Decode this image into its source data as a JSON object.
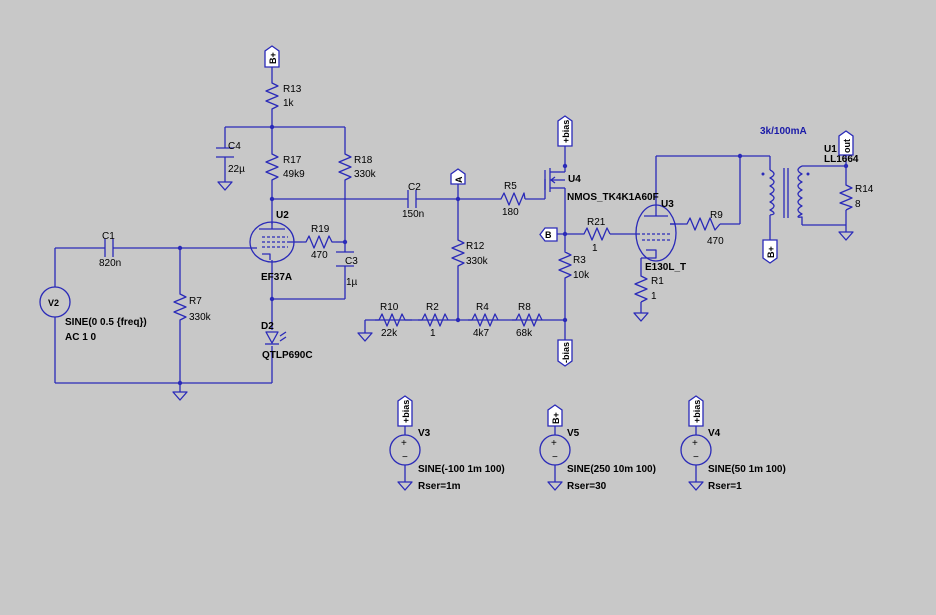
{
  "components": {
    "r13": {
      "ref": "R13",
      "value": "1k"
    },
    "r17": {
      "ref": "R17",
      "value": "49k9"
    },
    "r18": {
      "ref": "R18",
      "value": "330k"
    },
    "r19": {
      "ref": "R19",
      "value": "470"
    },
    "r7": {
      "ref": "R7",
      "value": "330k"
    },
    "r12": {
      "ref": "R12",
      "value": "330k"
    },
    "r5": {
      "ref": "R5",
      "value": "180"
    },
    "r21": {
      "ref": "R21",
      "value": "1"
    },
    "r3": {
      "ref": "R3",
      "value": "10k"
    },
    "r1": {
      "ref": "R1",
      "value": "1"
    },
    "r9": {
      "ref": "R9",
      "value": "470"
    },
    "r14": {
      "ref": "R14",
      "value": "8"
    },
    "r10": {
      "ref": "R10",
      "value": "22k"
    },
    "r2": {
      "ref": "R2",
      "value": "1"
    },
    "r4": {
      "ref": "R4",
      "value": "4k7"
    },
    "r8": {
      "ref": "R8",
      "value": "68k"
    },
    "c4": {
      "ref": "C4",
      "value": "22µ"
    },
    "c1": {
      "ref": "C1",
      "value": "820n"
    },
    "c2": {
      "ref": "C2",
      "value": "150n"
    },
    "c3": {
      "ref": "C3",
      "value": "1µ"
    },
    "u2": {
      "ref": "U2",
      "value": "EF37A"
    },
    "u3": {
      "ref": "U3",
      "value": "E130L_T"
    },
    "u4": {
      "ref": "U4",
      "value": "NMOS_TK4K1A60F"
    },
    "u1": {
      "ref": "U1",
      "value": "LL1664",
      "note": "3k/100mA"
    },
    "d2": {
      "ref": "D2",
      "value": "QTLP690C"
    },
    "v2": {
      "ref": "V2",
      "value": "SINE(0 0.5 {freq})",
      "value2": "AC 1 0"
    },
    "v3": {
      "ref": "V3",
      "value": "SINE(-100 1m 100)",
      "value2": "Rser=1m"
    },
    "v5": {
      "ref": "V5",
      "value": "SINE(250 10m 100)",
      "value2": "Rser=30"
    },
    "v4": {
      "ref": "V4",
      "value": "SINE(50 1m 100)",
      "value2": "Rser=1"
    }
  },
  "flags": {
    "bplus_top": "B+",
    "bias_plus_u4": "+bias",
    "bias_minus": "-bias",
    "flag_a": "A",
    "flag_b": "B",
    "bplus_tx": "B+",
    "out": "out",
    "v3_flag": "+bias",
    "v5_flag": "B+",
    "v4_flag": "+bias"
  },
  "colors": {
    "background": "#c8c8c8",
    "wire": "#2a2ab8",
    "text": "#000000",
    "note": "#1a1aa8"
  }
}
